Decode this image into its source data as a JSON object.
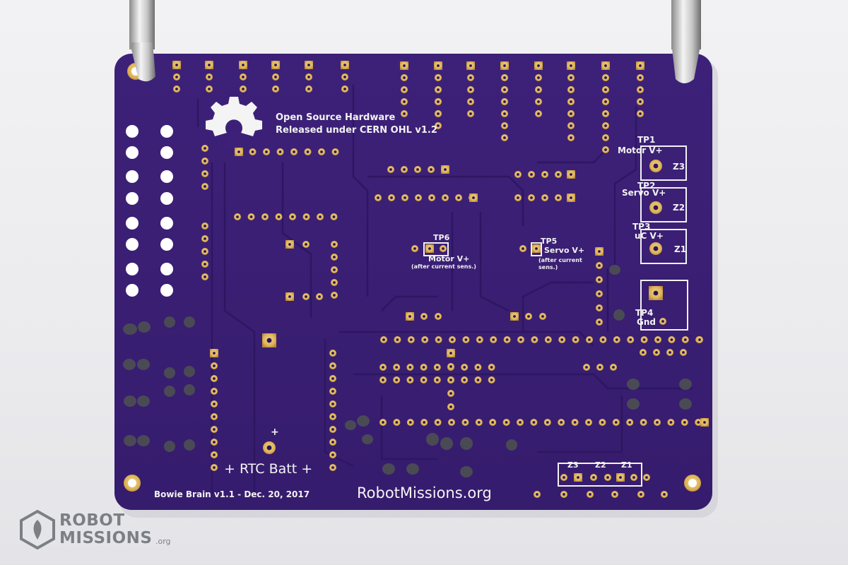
{
  "board": {
    "osh_line1": "Open Source Hardware",
    "osh_line2": "Released under CERN OHL v1.2",
    "tp1": "TP1",
    "tp1_label": "Motor V+",
    "z3": "Z3",
    "tp2": "TP2",
    "tp2_label": "Servo V+",
    "z2": "Z2",
    "tp3": "TP3",
    "tp3_label": "uC V+",
    "z1": "Z1",
    "tp4": "TP4",
    "tp4_label": "Gnd",
    "tp6": "TP6",
    "tp6_label": "Motor V+",
    "tp6_note": "(after current sens.)",
    "tp5": "TP5",
    "tp5_label": "Servo V+",
    "tp5_note1": "(after current",
    "tp5_note2": "sens.)",
    "plus_sign": "+",
    "rtc_label": "+ RTC Batt +",
    "version": "Bowie Brain v1.1 - Dec. 20, 2017",
    "url": "RobotMissions.org",
    "zone_z3": "Z3",
    "zone_z2": "Z2",
    "zone_z1": "Z1"
  },
  "watermark": {
    "line1": "ROBOT",
    "line2": "MISSIONS",
    "suffix": ".org"
  },
  "colors": {
    "pcb": "#3a1f73",
    "pad_gold": "#e0b85c",
    "silkscreen": "#f2f2f2",
    "background": "#ececef"
  }
}
